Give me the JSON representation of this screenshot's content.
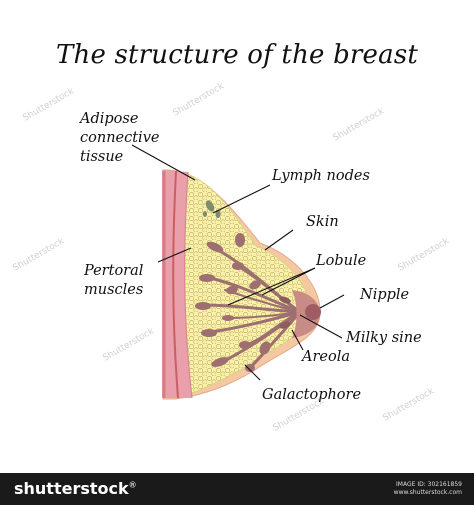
{
  "title": "The structure of the breast",
  "labels": {
    "adipose_line1": "Adipose",
    "adipose_line2": "connective",
    "adipose_line3": "tissue",
    "lymph_nodes": "Lymph nodes",
    "skin": "Skin",
    "pectoral_line1": "Pertoral",
    "pectoral_line2": "muscles",
    "lobule": "Lobule",
    "nipple": "Nipple",
    "milky_sine": "Milky sine",
    "areola": "Areola",
    "galactophore": "Galactophore"
  },
  "watermark_text": "Shutterstock",
  "footer": {
    "brand": "shutterstock",
    "brand_mark": "®",
    "image_id": "IMAGE ID: 302161859",
    "site": "www.shutterstock.com"
  },
  "colors": {
    "muscle": "#e9a0aa",
    "muscle_dark": "#c85f66",
    "skin": "#f4c9a2",
    "fat": "#faf0a8",
    "lobe": "#9e6f70",
    "nipple": "#9d5d63"
  }
}
